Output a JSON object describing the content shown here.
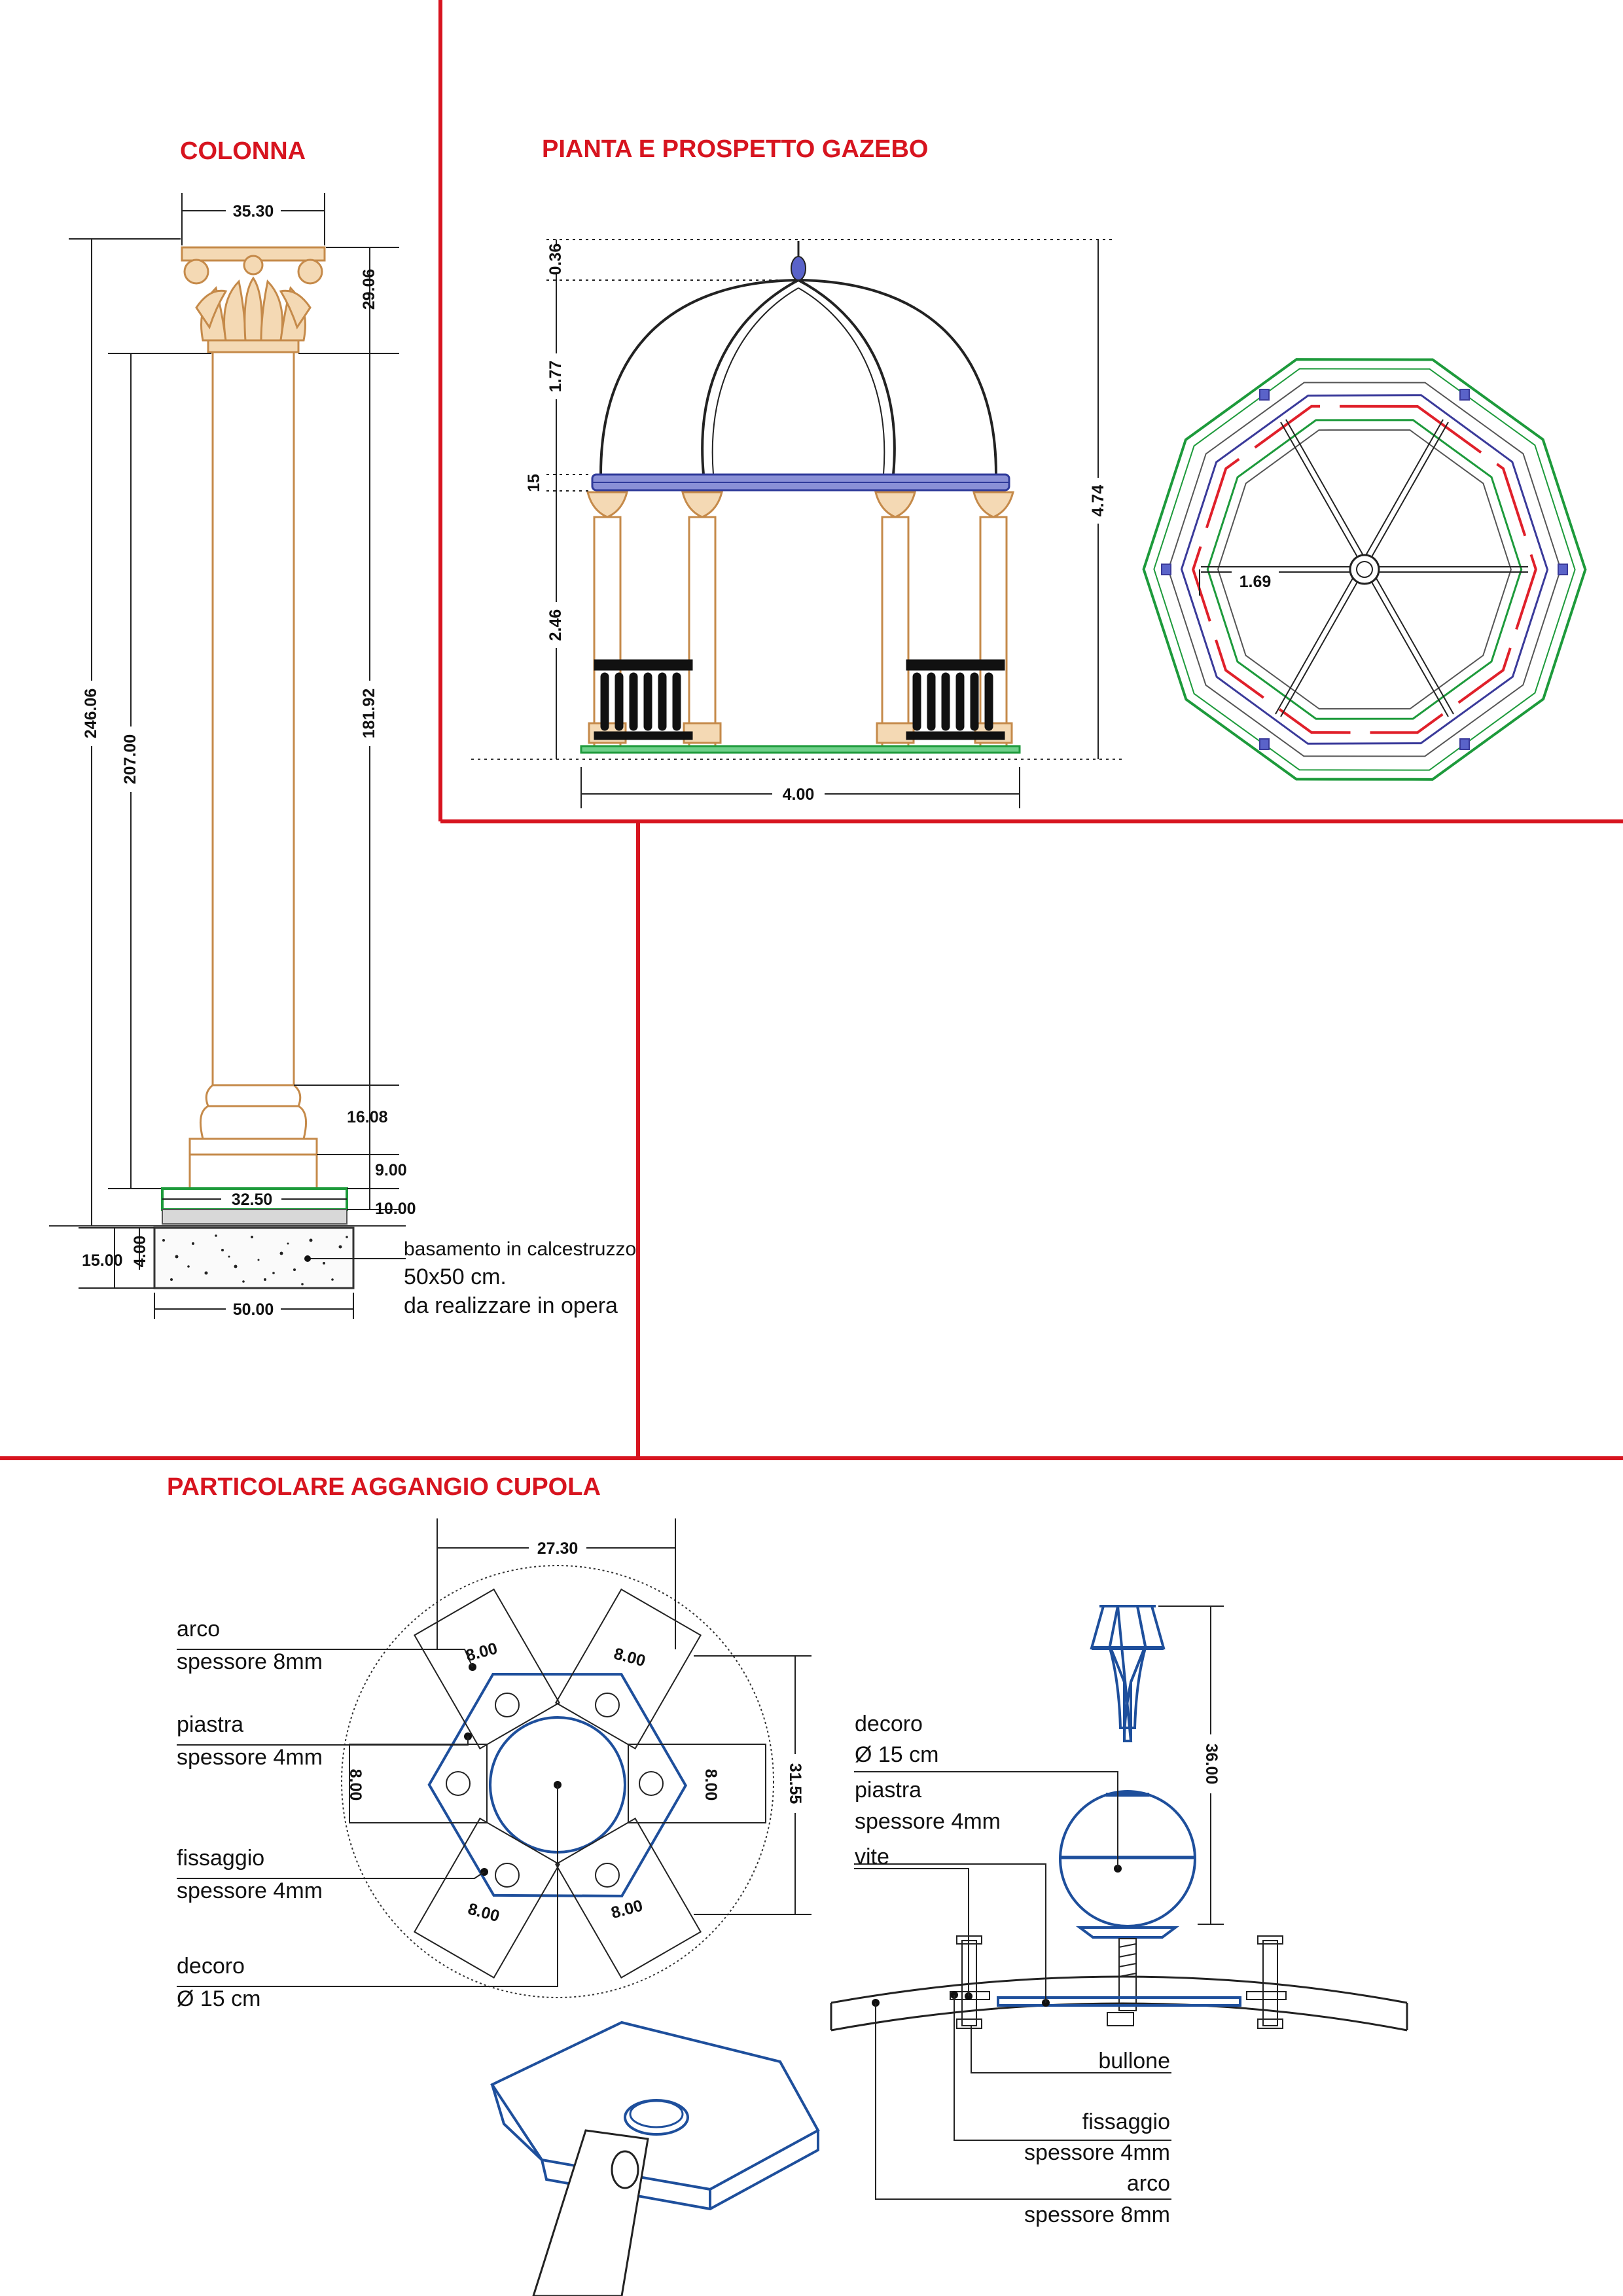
{
  "colors": {
    "frame": "#d7141f",
    "title": "#d7141f",
    "column": "#c58a4a",
    "capital_fill": "#f4d9b4",
    "plan_blue": "#3a3a9a",
    "plan_green": "#1d9a3b",
    "plan_red": "#e0202a",
    "detail_blue": "#1e4f9c",
    "balustrade": "#111111"
  },
  "sections": {
    "colonna": {
      "title": "COLONNA",
      "dims": {
        "top_width": "35.30",
        "capital_height": "29.06",
        "total_height": "246.06",
        "shaft_height": "207.00",
        "shaft_mid": "181.92",
        "base_1": "16.08",
        "base_2": "9.00",
        "base_3": "10.00",
        "plinth_width": "32.50",
        "footing_height": "15.00",
        "footing_sub": "4.00",
        "footing_width": "50.00"
      },
      "note": [
        "basamento in calcestruzzo",
        "50x50 cm.",
        "da realizzare in opera"
      ]
    },
    "gazebo": {
      "title": "PIANTA E PROSPETTO GAZEBO",
      "dims": {
        "finial": "0.36",
        "dome": "1.77",
        "ring": "15",
        "columns": "2.46",
        "total_height": "4.74",
        "width": "4.00",
        "plan_radius": "1.69"
      }
    },
    "cupola": {
      "title": "PARTICOLARE AGGANGIO CUPOLA",
      "dims": {
        "width": "27.30",
        "height": "31.55",
        "slot": "8.00",
        "finial_height": "36.00"
      },
      "left_labels": [
        {
          "line1": "arco",
          "line2": "spessore 8mm"
        },
        {
          "line1": "piastra",
          "line2": "spessore 4mm"
        },
        {
          "line1": "fissaggio",
          "line2": "spessore 4mm"
        },
        {
          "line1": "decoro",
          "line2": "Ø 15 cm"
        }
      ],
      "right_top_labels": [
        {
          "line1": "decoro",
          "line2": "Ø 15 cm"
        },
        {
          "line1": "piastra",
          "line2": "spessore 4mm"
        },
        {
          "line1": "vite",
          "line2": ""
        }
      ],
      "right_bottom_labels": [
        {
          "line1": "bullone",
          "line2": ""
        },
        {
          "line1": "fissaggio",
          "line2": "spessore 4mm"
        },
        {
          "line1": "arco",
          "line2": "spessore 8mm"
        }
      ]
    }
  }
}
